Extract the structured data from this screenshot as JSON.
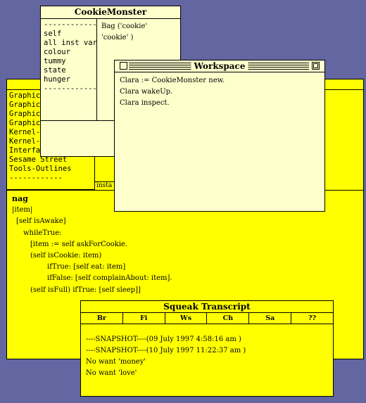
{
  "browser": {
    "categories": [
      "Graphics-",
      "Graphics-",
      "Graphics-",
      "Graphics-",
      "Kernel-",
      "Kernel-",
      "Interfac",
      "Sesame Street",
      "Tools-Outlines",
      "------------"
    ],
    "instance_label": "insta",
    "code_lines": [
      "nag",
      "|item|",
      "[self isAwake]",
      "whileTrue:",
      "[item := self askForCookie.",
      "(self isCookie: item)",
      "ifTrue: [self eat: item]",
      "ifFalse: [self complainAbout: item].",
      "(self isFull) ifTrue: [self sleep]]"
    ]
  },
  "inspector": {
    "title": "CookieMonster",
    "fields": [
      "------------",
      "self",
      "all inst vars",
      "colour",
      "tummy",
      "state",
      "hunger",
      "------------"
    ],
    "value_lines": [
      "Bag ('cookie'",
      "'cookie' )"
    ]
  },
  "workspace": {
    "title": "Workspace",
    "lines": [
      "Clara := CookieMonster new.",
      "Clara wakeUp.",
      "Clara inspect."
    ]
  },
  "transcript": {
    "title": "Squeak Transcript",
    "buttons": [
      "Br",
      "Fi",
      "Ws",
      "Ch",
      "Sa",
      "??"
    ],
    "lines": [
      "----SNAPSHOT----(09 July 1997 4:58:16 am )",
      "----SNAPSHOT----(10 July 1997 11:22:37 am )",
      "No want 'money'",
      "No want 'love'"
    ]
  }
}
